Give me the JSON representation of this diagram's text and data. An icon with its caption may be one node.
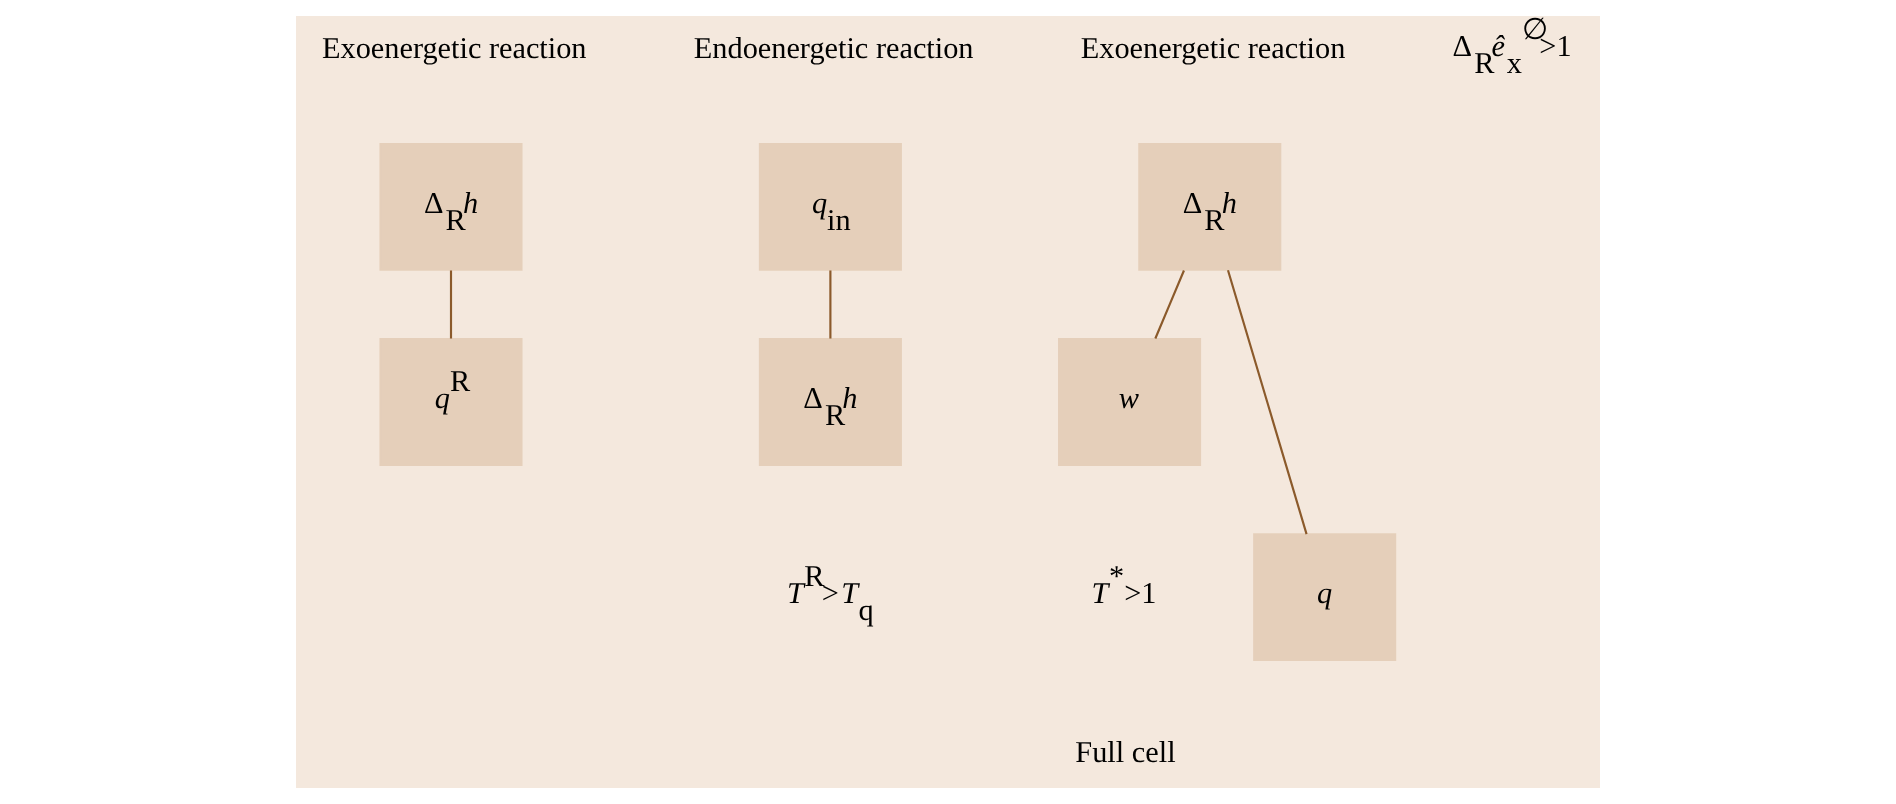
{
  "diagram": {
    "nodes": [
      {
        "text": [
          "Δ$_{R}$*h*"
        ]
      },
      {
        "text": [
          "*q*$^{R}$"
        ]
      },
      {
        "text": [
          "*q*$_{in}$"
        ]
      },
      {
        "text": [
          "Δ$_{R}$*h*"
        ]
      },
      {
        "text": [
          "Δ$_{R}$*h*"
        ]
      },
      {
        "text": [
          "w"
        ]
      },
      {
        "text": [
          "q"
        ]
      }
    ],
    "edges": [
      {
        "from": 0,
        "to": 1,
        "arrow": "none"
      },
      {
        "from": 2,
        "to": 3,
        "arrow": "none"
      },
      {
        "from": 4,
        "to": 5,
        "arrow": "none"
      },
      {
        "from": 4,
        "to": 6,
        "arrow": "none"
      }
    ],
    "labels": [
      "Exoenergetic reaction",
      "Endoenergetic reaction",
      "Exoenergetic reaction",
      "Δ$_{R}$*ê*$_{x}$$^{∅}$>1",
      "*T*$^{R}$>*T*$_{q}$",
      "*T*$^{*}$>1",
      "Full cell"
    ]
  }
}
